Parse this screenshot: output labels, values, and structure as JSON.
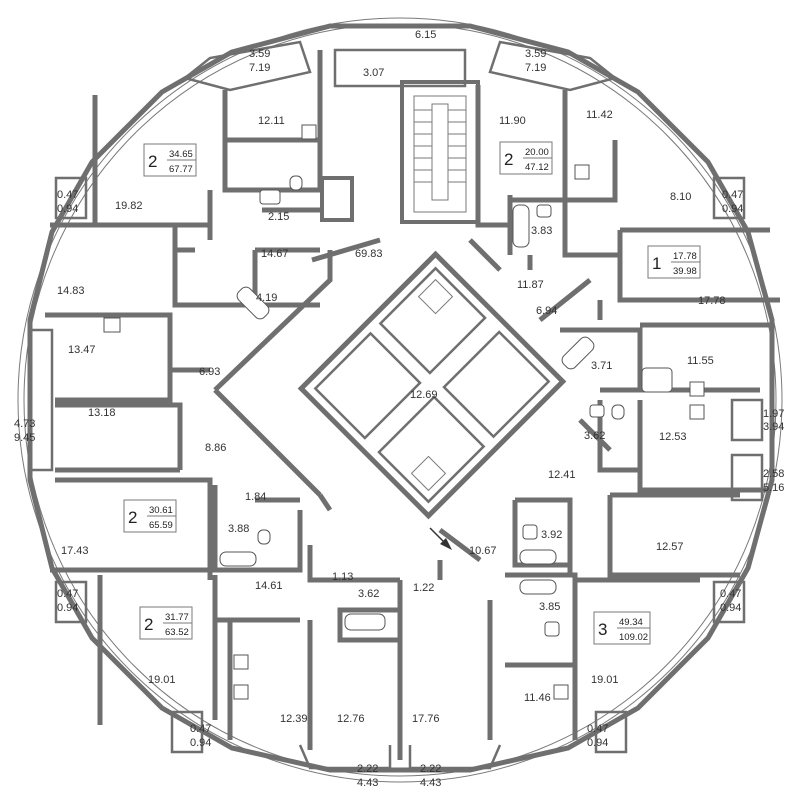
{
  "rooms": [
    {
      "id": "r1",
      "text": "6.15"
    },
    {
      "id": "r2",
      "text": "3.07"
    },
    {
      "id": "r3",
      "text": "12.11"
    },
    {
      "id": "r4",
      "text": "11.90"
    },
    {
      "id": "r5",
      "text": "11.42"
    },
    {
      "id": "r6",
      "text": "19.82"
    },
    {
      "id": "r7",
      "text": "2.15"
    },
    {
      "id": "r8",
      "text": "8.10"
    },
    {
      "id": "r9",
      "text": "3.83"
    },
    {
      "id": "r10",
      "text": "14.67"
    },
    {
      "id": "r11",
      "text": "69.83"
    },
    {
      "id": "r12",
      "text": "14.83"
    },
    {
      "id": "r13",
      "text": "4.19"
    },
    {
      "id": "r14",
      "text": "11.87"
    },
    {
      "id": "r15",
      "text": "17.78"
    },
    {
      "id": "r16",
      "text": "6.94"
    },
    {
      "id": "r17",
      "text": "13.47"
    },
    {
      "id": "r18",
      "text": "6.93"
    },
    {
      "id": "r19",
      "text": "3.71"
    },
    {
      "id": "r20",
      "text": "11.55"
    },
    {
      "id": "r21",
      "text": "12.69"
    },
    {
      "id": "r22",
      "text": "13.18"
    },
    {
      "id": "r23",
      "text": "3.62"
    },
    {
      "id": "r24",
      "text": "12.53"
    },
    {
      "id": "r25",
      "text": "8.86"
    },
    {
      "id": "r26",
      "text": "12.41"
    },
    {
      "id": "r27",
      "text": "1.84"
    },
    {
      "id": "r28",
      "text": "3.88"
    },
    {
      "id": "r29",
      "text": "3.92"
    },
    {
      "id": "r30",
      "text": "12.57"
    },
    {
      "id": "r31",
      "text": "10.67"
    },
    {
      "id": "r32",
      "text": "17.43"
    },
    {
      "id": "r33",
      "text": "1.13"
    },
    {
      "id": "r34",
      "text": "14.61"
    },
    {
      "id": "r35",
      "text": "3.62"
    },
    {
      "id": "r36",
      "text": "1.22"
    },
    {
      "id": "r37",
      "text": "3.85"
    },
    {
      "id": "r38",
      "text": "19.01"
    },
    {
      "id": "r39",
      "text": "19.01"
    },
    {
      "id": "r40",
      "text": "11.46"
    },
    {
      "id": "r41",
      "text": "12.39"
    },
    {
      "id": "r42",
      "text": "12.76"
    },
    {
      "id": "r43",
      "text": "17.76"
    }
  ],
  "balconies": [
    {
      "id": "b1",
      "area": "3.59",
      "total": "7.19"
    },
    {
      "id": "b2",
      "area": "3.59",
      "total": "7.19"
    },
    {
      "id": "b3",
      "area": "0.47",
      "total": "0.94"
    },
    {
      "id": "b4",
      "area": "0.47",
      "total": "0.94"
    },
    {
      "id": "b5",
      "area": "4.73",
      "total": "9.45"
    },
    {
      "id": "b6",
      "area": "1.97",
      "total": "3.94"
    },
    {
      "id": "b7",
      "area": "2.58",
      "total": "5.16"
    },
    {
      "id": "b8",
      "area": "0.47",
      "total": "0.94"
    },
    {
      "id": "b9",
      "area": "0.47",
      "total": "0.94"
    },
    {
      "id": "b10",
      "area": "0.47",
      "total": "0.94"
    },
    {
      "id": "b11",
      "area": "0.47",
      "total": "0.94"
    },
    {
      "id": "b12",
      "area": "2.22",
      "total": "4.43"
    },
    {
      "id": "b13",
      "area": "2.22",
      "total": "4.43"
    }
  ],
  "apartments": [
    {
      "id": "a1",
      "rooms": "2",
      "living": "34.65",
      "total": "67.77"
    },
    {
      "id": "a2",
      "rooms": "2",
      "living": "20.00",
      "total": "47.12"
    },
    {
      "id": "a3",
      "rooms": "1",
      "living": "17.78",
      "total": "39.98"
    },
    {
      "id": "a4",
      "rooms": "2",
      "living": "30.61",
      "total": "65.59"
    },
    {
      "id": "a5",
      "rooms": "2",
      "living": "31.77",
      "total": "63.52"
    },
    {
      "id": "a6",
      "rooms": "3",
      "living": "49.34",
      "total": "109.02"
    }
  ],
  "colors": {
    "wall": "#6f6f6f",
    "line": "#7a7a7a",
    "text": "#333333"
  }
}
